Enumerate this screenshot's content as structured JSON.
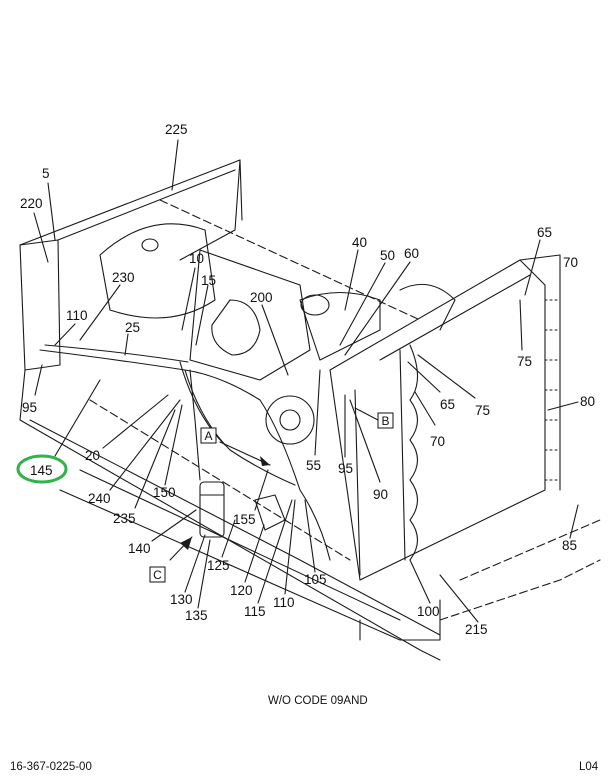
{
  "callouts": [
    {
      "id": "225",
      "text": "225"
    },
    {
      "id": "5",
      "text": "5"
    },
    {
      "id": "220",
      "text": "220"
    },
    {
      "id": "230",
      "text": "230"
    },
    {
      "id": "10",
      "text": "10"
    },
    {
      "id": "15",
      "text": "15"
    },
    {
      "id": "40",
      "text": "40"
    },
    {
      "id": "50",
      "text": "50"
    },
    {
      "id": "60",
      "text": "60"
    },
    {
      "id": "65a",
      "text": "65"
    },
    {
      "id": "70a",
      "text": "70"
    },
    {
      "id": "110a",
      "text": "110"
    },
    {
      "id": "25",
      "text": "25"
    },
    {
      "id": "200",
      "text": "200"
    },
    {
      "id": "75a",
      "text": "75"
    },
    {
      "id": "95a",
      "text": "95"
    },
    {
      "id": "65b",
      "text": "65"
    },
    {
      "id": "75b",
      "text": "75"
    },
    {
      "id": "80",
      "text": "80"
    },
    {
      "id": "20",
      "text": "20"
    },
    {
      "id": "70b",
      "text": "70"
    },
    {
      "id": "55",
      "text": "55"
    },
    {
      "id": "95b",
      "text": "95"
    },
    {
      "id": "90",
      "text": "90"
    },
    {
      "id": "145",
      "text": "145"
    },
    {
      "id": "240",
      "text": "240"
    },
    {
      "id": "150",
      "text": "150"
    },
    {
      "id": "235",
      "text": "235"
    },
    {
      "id": "155",
      "text": "155"
    },
    {
      "id": "140",
      "text": "140"
    },
    {
      "id": "85",
      "text": "85"
    },
    {
      "id": "125",
      "text": "125"
    },
    {
      "id": "120",
      "text": "120"
    },
    {
      "id": "105",
      "text": "105"
    },
    {
      "id": "130",
      "text": "130"
    },
    {
      "id": "110b",
      "text": "110"
    },
    {
      "id": "135",
      "text": "135"
    },
    {
      "id": "115",
      "text": "115"
    },
    {
      "id": "100",
      "text": "100"
    },
    {
      "id": "215",
      "text": "215"
    }
  ],
  "view_labels": {
    "a": "A",
    "b": "B",
    "c": "C"
  },
  "highlight": {
    "label": "145",
    "color": "#2fb34a"
  },
  "caption": "W/O CODE 09AND",
  "footer": {
    "left": "16-367-0225-00",
    "right": "L04"
  }
}
